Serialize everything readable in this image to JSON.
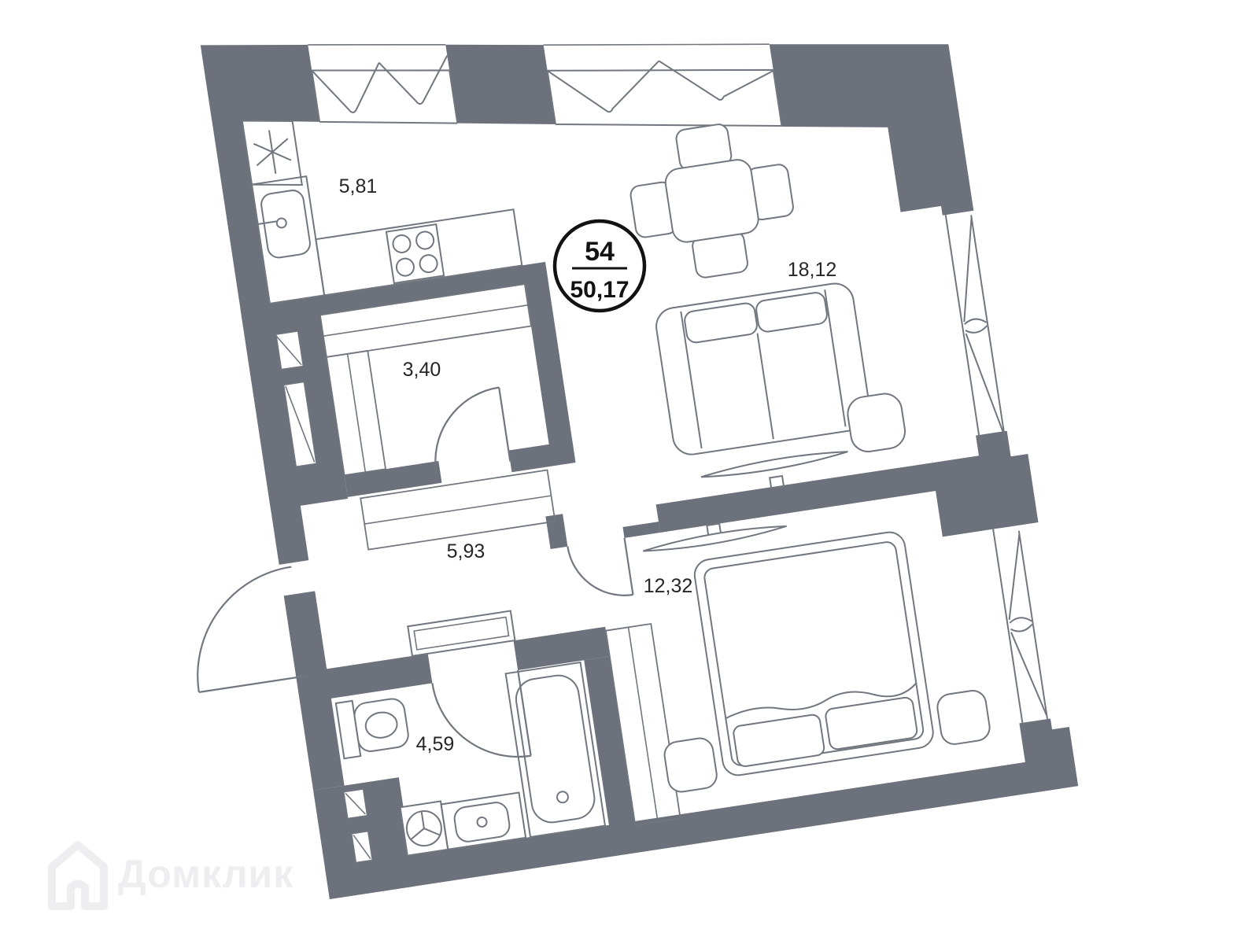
{
  "badge": {
    "unit": "54",
    "total_area": "50,17"
  },
  "rooms": [
    {
      "id": "kitchen",
      "area": "5,81"
    },
    {
      "id": "living-room",
      "area": "18,12"
    },
    {
      "id": "wardrobe",
      "area": "3,40"
    },
    {
      "id": "hallway",
      "area": "5,93"
    },
    {
      "id": "bathroom",
      "area": "4,59"
    },
    {
      "id": "bedroom",
      "area": "12,32"
    }
  ],
  "watermark": {
    "brand": "Домклик"
  },
  "colors": {
    "wall": "#6C717C",
    "line": "#71767F",
    "text": "#262626",
    "badge-ink": "#121212",
    "watermark-ink": "#EEEEF1"
  }
}
